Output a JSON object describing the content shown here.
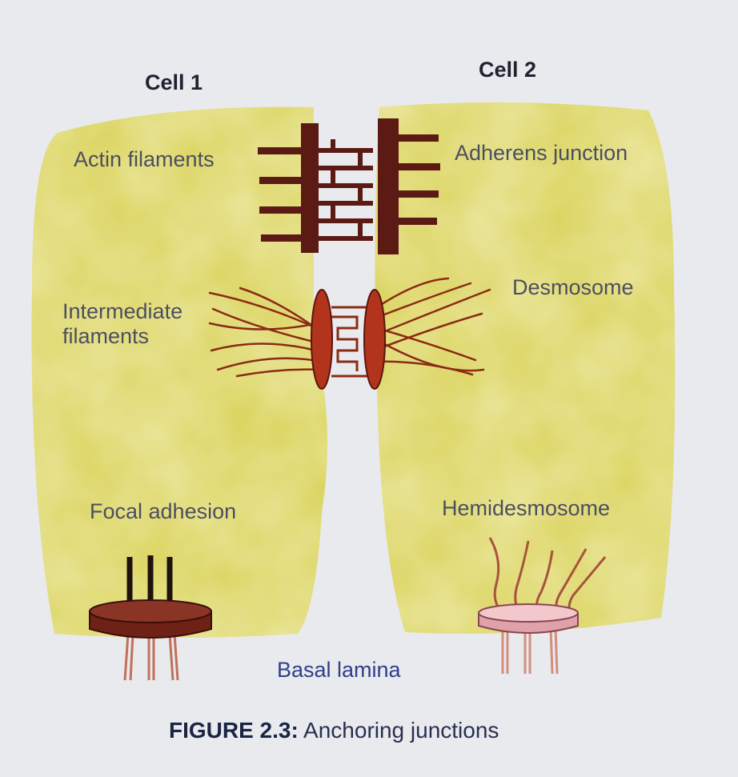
{
  "cells": {
    "cell1_label": "Cell 1",
    "cell2_label": "Cell 2"
  },
  "labels": {
    "actin_filaments": "Actin filaments",
    "adherens_junction": "Adherens junction",
    "desmosome": "Desmosome",
    "intermediate_filaments": "Intermediate filaments",
    "focal_adhesion": "Focal adhesion",
    "hemidesmosome": "Hemidesmosome",
    "basal_lamina": "Basal lamina"
  },
  "caption": {
    "number": "FIGURE 2.3:",
    "text": "Anchoring junctions"
  },
  "colors": {
    "cell_fill": "#d9d25a",
    "adherens": "#5c1a14",
    "desmosome_plaque": "#b2341c",
    "filament": "#8a2c14",
    "focal_plate": "#5e1c12",
    "hemi_plate": "#e9b6bd",
    "page_background": "#e9eaee"
  }
}
